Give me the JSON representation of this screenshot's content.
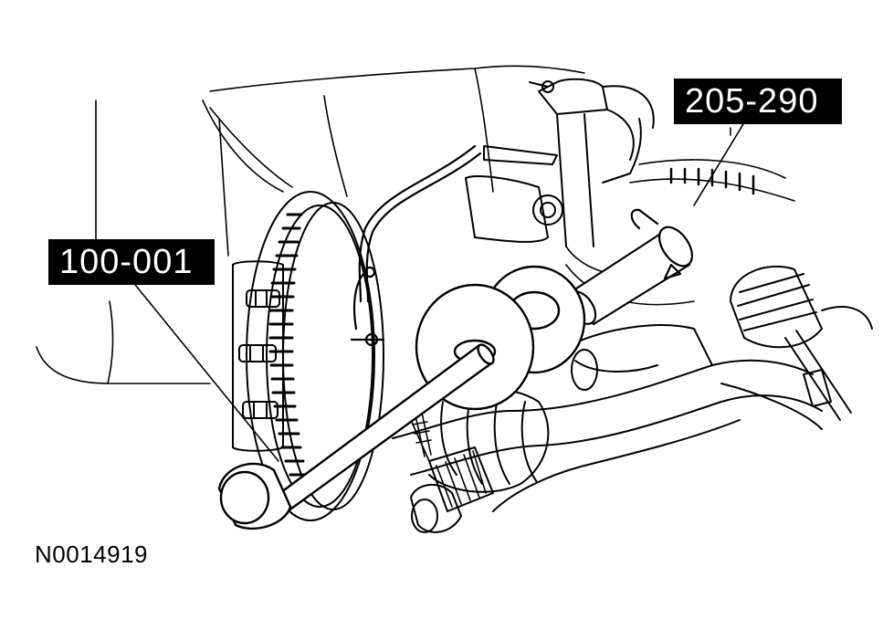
{
  "callouts": {
    "tool_100_001": "100-001",
    "tool_205_290": "205-290"
  },
  "figure_id": "N0014919",
  "colors": {
    "line": "#000000",
    "background": "#ffffff",
    "callout_bg": "#000000",
    "callout_text": "#ffffff"
  }
}
